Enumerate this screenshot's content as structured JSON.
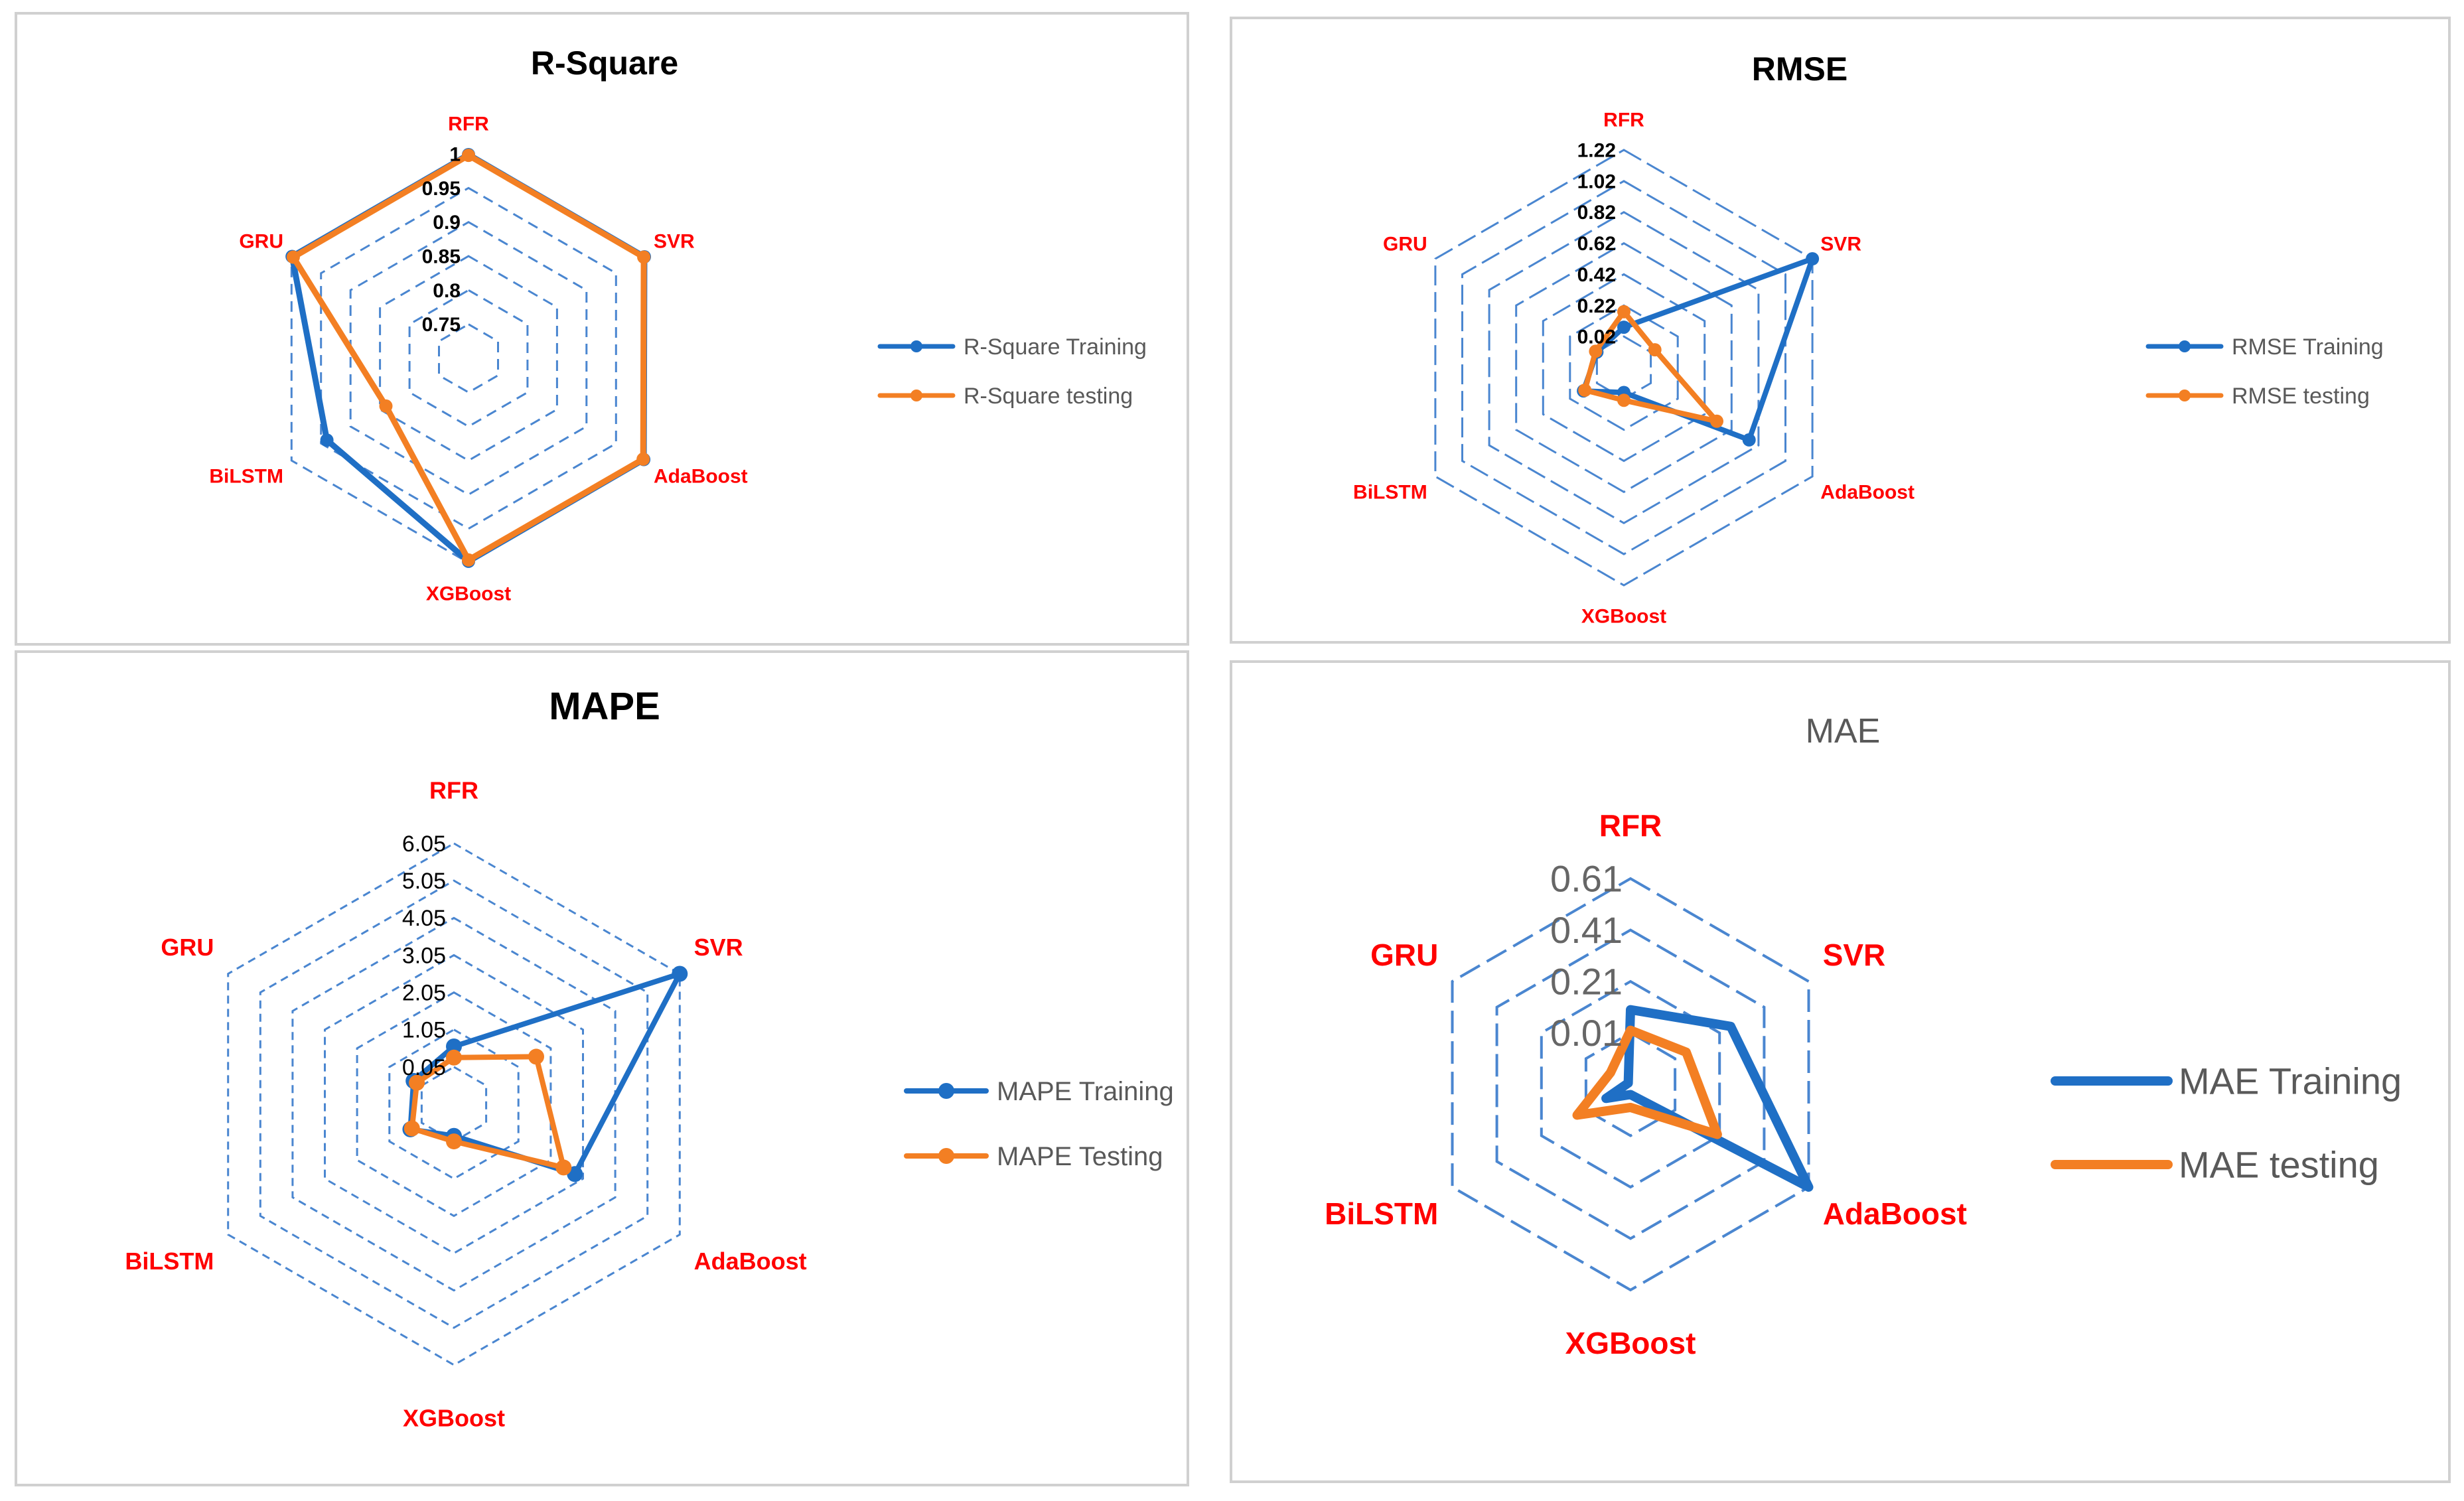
{
  "chart_data": [
    {
      "type": "radar",
      "title": "R-Square",
      "axes": [
        "RFR",
        "SVR",
        "AdaBoost",
        "XGBoost",
        "BiLSTM",
        "GRU"
      ],
      "rings": [
        "0.75",
        "0.8",
        "0.85",
        "0.9",
        "0.95",
        "1"
      ],
      "range": [
        0.7,
        1.0
      ],
      "series": [
        {
          "name": "R-Square Training",
          "color": "#1f6fc5",
          "values": [
            0.999,
            0.998,
            0.997,
            0.998,
            0.94,
            0.999
          ]
        },
        {
          "name": "R-Square testing",
          "color": "#f37f23",
          "values": [
            0.998,
            0.997,
            0.996,
            0.996,
            0.84,
            0.997
          ]
        }
      ],
      "legend": "right"
    },
    {
      "type": "radar",
      "title": "RMSE",
      "axes": [
        "RFR",
        "SVR",
        "AdaBoost",
        "XGBoost",
        "BiLSTM",
        "GRU"
      ],
      "rings": [
        "0.02",
        "0.22",
        "0.42",
        "0.62",
        "0.82",
        "1.02",
        "1.22"
      ],
      "range": [
        -0.18,
        1.22
      ],
      "series": [
        {
          "name": "RMSE Training",
          "color": "#1f6fc5",
          "values": [
            0.08,
            1.22,
            0.75,
            -0.02,
            0.12,
            0.02
          ]
        },
        {
          "name": "RMSE testing",
          "color": "#f37f23",
          "values": [
            0.18,
            0.05,
            0.51,
            0.03,
            0.11,
            0.03
          ]
        }
      ],
      "legend": "right"
    },
    {
      "type": "radar",
      "title": "MAPE",
      "axes": [
        "RFR",
        "SVR",
        "AdaBoost",
        "XGBoost",
        "BiLSTM",
        "GRU"
      ],
      "rings": [
        "0.05",
        "1.05",
        "2.05",
        "3.05",
        "4.05",
        "5.05",
        "6.05"
      ],
      "range": [
        -0.95,
        6.05
      ],
      "series": [
        {
          "name": "MAPE  Training",
          "color": "#1f6fc5",
          "values": [
            0.6,
            6.05,
            2.8,
            -0.1,
            0.4,
            0.3
          ]
        },
        {
          "name": "MAPE  Testing",
          "color": "#f37f23",
          "values": [
            0.3,
            1.6,
            2.45,
            0.05,
            0.35,
            0.2
          ]
        }
      ],
      "legend": "right"
    },
    {
      "type": "radar",
      "title": "MAE",
      "axes": [
        "RFR",
        "SVR",
        "AdaBoost",
        "XGBoost",
        "BiLSTM",
        "GRU"
      ],
      "rings": [
        "0.01",
        "0.21",
        "0.41",
        "0.61"
      ],
      "range": [
        -0.19,
        0.61
      ],
      "series": [
        {
          "name": "MAE Training",
          "color": "#1f6fc5",
          "values": [
            0.1,
            0.26,
            0.61,
            -0.15,
            -0.08,
            -0.18
          ]
        },
        {
          "name": "MAE testing",
          "color": "#f37f23",
          "values": [
            0.02,
            0.06,
            0.2,
            -0.1,
            0.05,
            -0.1
          ]
        }
      ],
      "legend": "right"
    }
  ]
}
